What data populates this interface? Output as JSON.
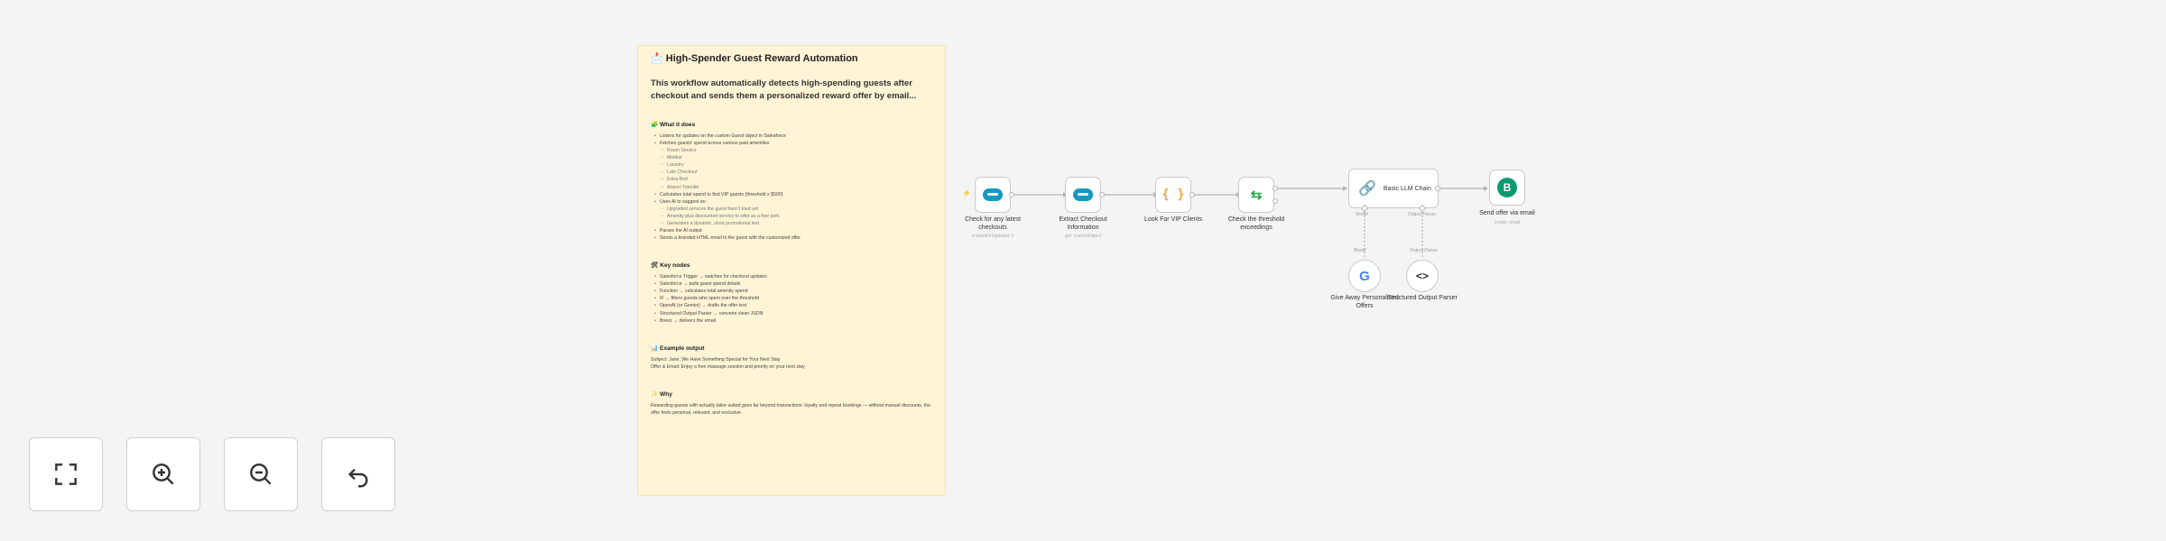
{
  "sticky": {
    "title": "📩 High-Spender Guest Reward Automation",
    "intro": "This workflow automatically detects high-spending guests after checkout and sends them a personalized reward offer by email...",
    "what_title": "🧩 What it does",
    "what_items": [
      {
        "text": "Listens for updates on the custom Guest object in Salesforce",
        "sub": false
      },
      {
        "text": "Fetches guests' spend across various paid amenities",
        "sub": false
      },
      {
        "text": "Room Service",
        "sub": true
      },
      {
        "text": "Minibar",
        "sub": true
      },
      {
        "text": "Laundry",
        "sub": true
      },
      {
        "text": "Late Checkout",
        "sub": true
      },
      {
        "text": "Extra Bed",
        "sub": true
      },
      {
        "text": "Airport Transfer",
        "sub": true
      },
      {
        "text": "Calculates total spend to find VIP guests (threshold ≥ $500)",
        "sub": false
      },
      {
        "text": "Uses AI to suggest an:",
        "sub": false
      },
      {
        "text": "Upgraded services the guest hasn't tried yet",
        "sub": true
      },
      {
        "text": "Amenity plus discounted service to offer as a free perk",
        "sub": true
      },
      {
        "text": "Generates a dynamic, short promotional text",
        "sub": true
      },
      {
        "text": "Parses the AI output",
        "sub": false
      },
      {
        "text": "Sends a branded HTML email to the guest with the customized offer",
        "sub": false
      }
    ],
    "key_title": "🛠 Key nodes",
    "key_items": [
      "Salesforce Trigger → watches for checkout updates",
      "Salesforce → pulls guest spend details",
      "Function → calculates total amenity spend",
      "IF → filters guests who spent over the threshold",
      "OpenAI (or Gemini) → drafts the offer text",
      "Structured Output Parser → converts clean JSON",
      "Brevo → delivers the email"
    ],
    "example_title": "📊 Example output",
    "example_lines": [
      "Subject: Jane, We Have Something Special for Your Next Stay",
      "Offer & Email: Enjoy a free massage session and priority on your next stay"
    ],
    "why_title": "✨ Why",
    "why_line": "Rewarding guests with actually tailor-suited goes far beyond transactions: loyalty and repeat bookings — without manual discounts, the offer feels personal, relevant, and exclusive."
  },
  "nodes": {
    "checkout": {
      "label": "Check for any latest checkouts",
      "sub": "createdOrUpdated: 0"
    },
    "extract": {
      "label": "Extract Checkout Information",
      "sub": "get: customObject"
    },
    "vip": {
      "label": "Look For VIP Clients"
    },
    "threshold": {
      "label": "Check the threshold exceedings"
    },
    "chain": {
      "label": "Basic LLM Chain"
    },
    "email": {
      "label": "Send offer via email",
      "sub": "create: email"
    },
    "gemini": {
      "label": "Give Away Personalised Offers"
    },
    "parser": {
      "label": "Structured Output Parser"
    },
    "model_port": "Model",
    "parser_port": "Output Parser"
  },
  "controls": {
    "fit": "fit-view",
    "zoom_in": "zoom-in",
    "zoom_out": "zoom-out",
    "reset": "reset-zoom"
  }
}
